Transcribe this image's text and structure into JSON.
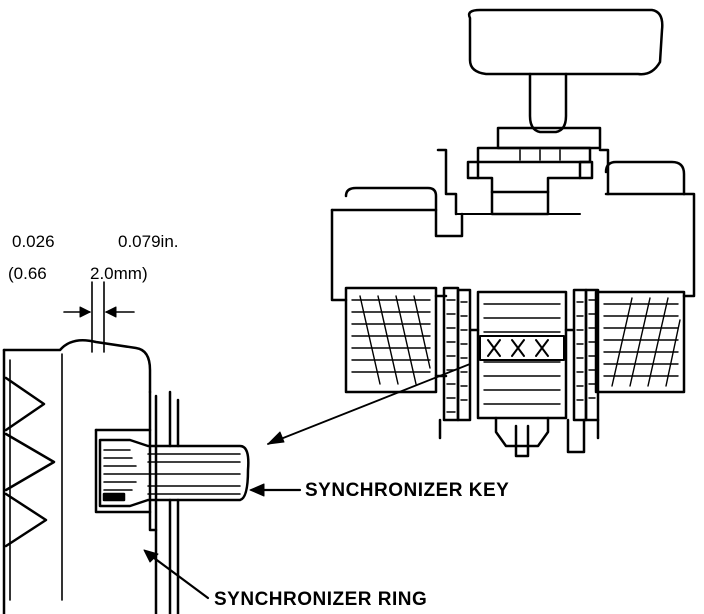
{
  "dimensions": {
    "min_in": "0.026",
    "max_in": "0.079in.",
    "min_mm": "(0.66",
    "max_mm": "2.0mm)"
  },
  "callouts": {
    "key": "SYNCHRONIZER KEY",
    "ring": "SYNCHRONIZER RING"
  },
  "colors": {
    "ink": "#000000",
    "paper": "#ffffff"
  }
}
